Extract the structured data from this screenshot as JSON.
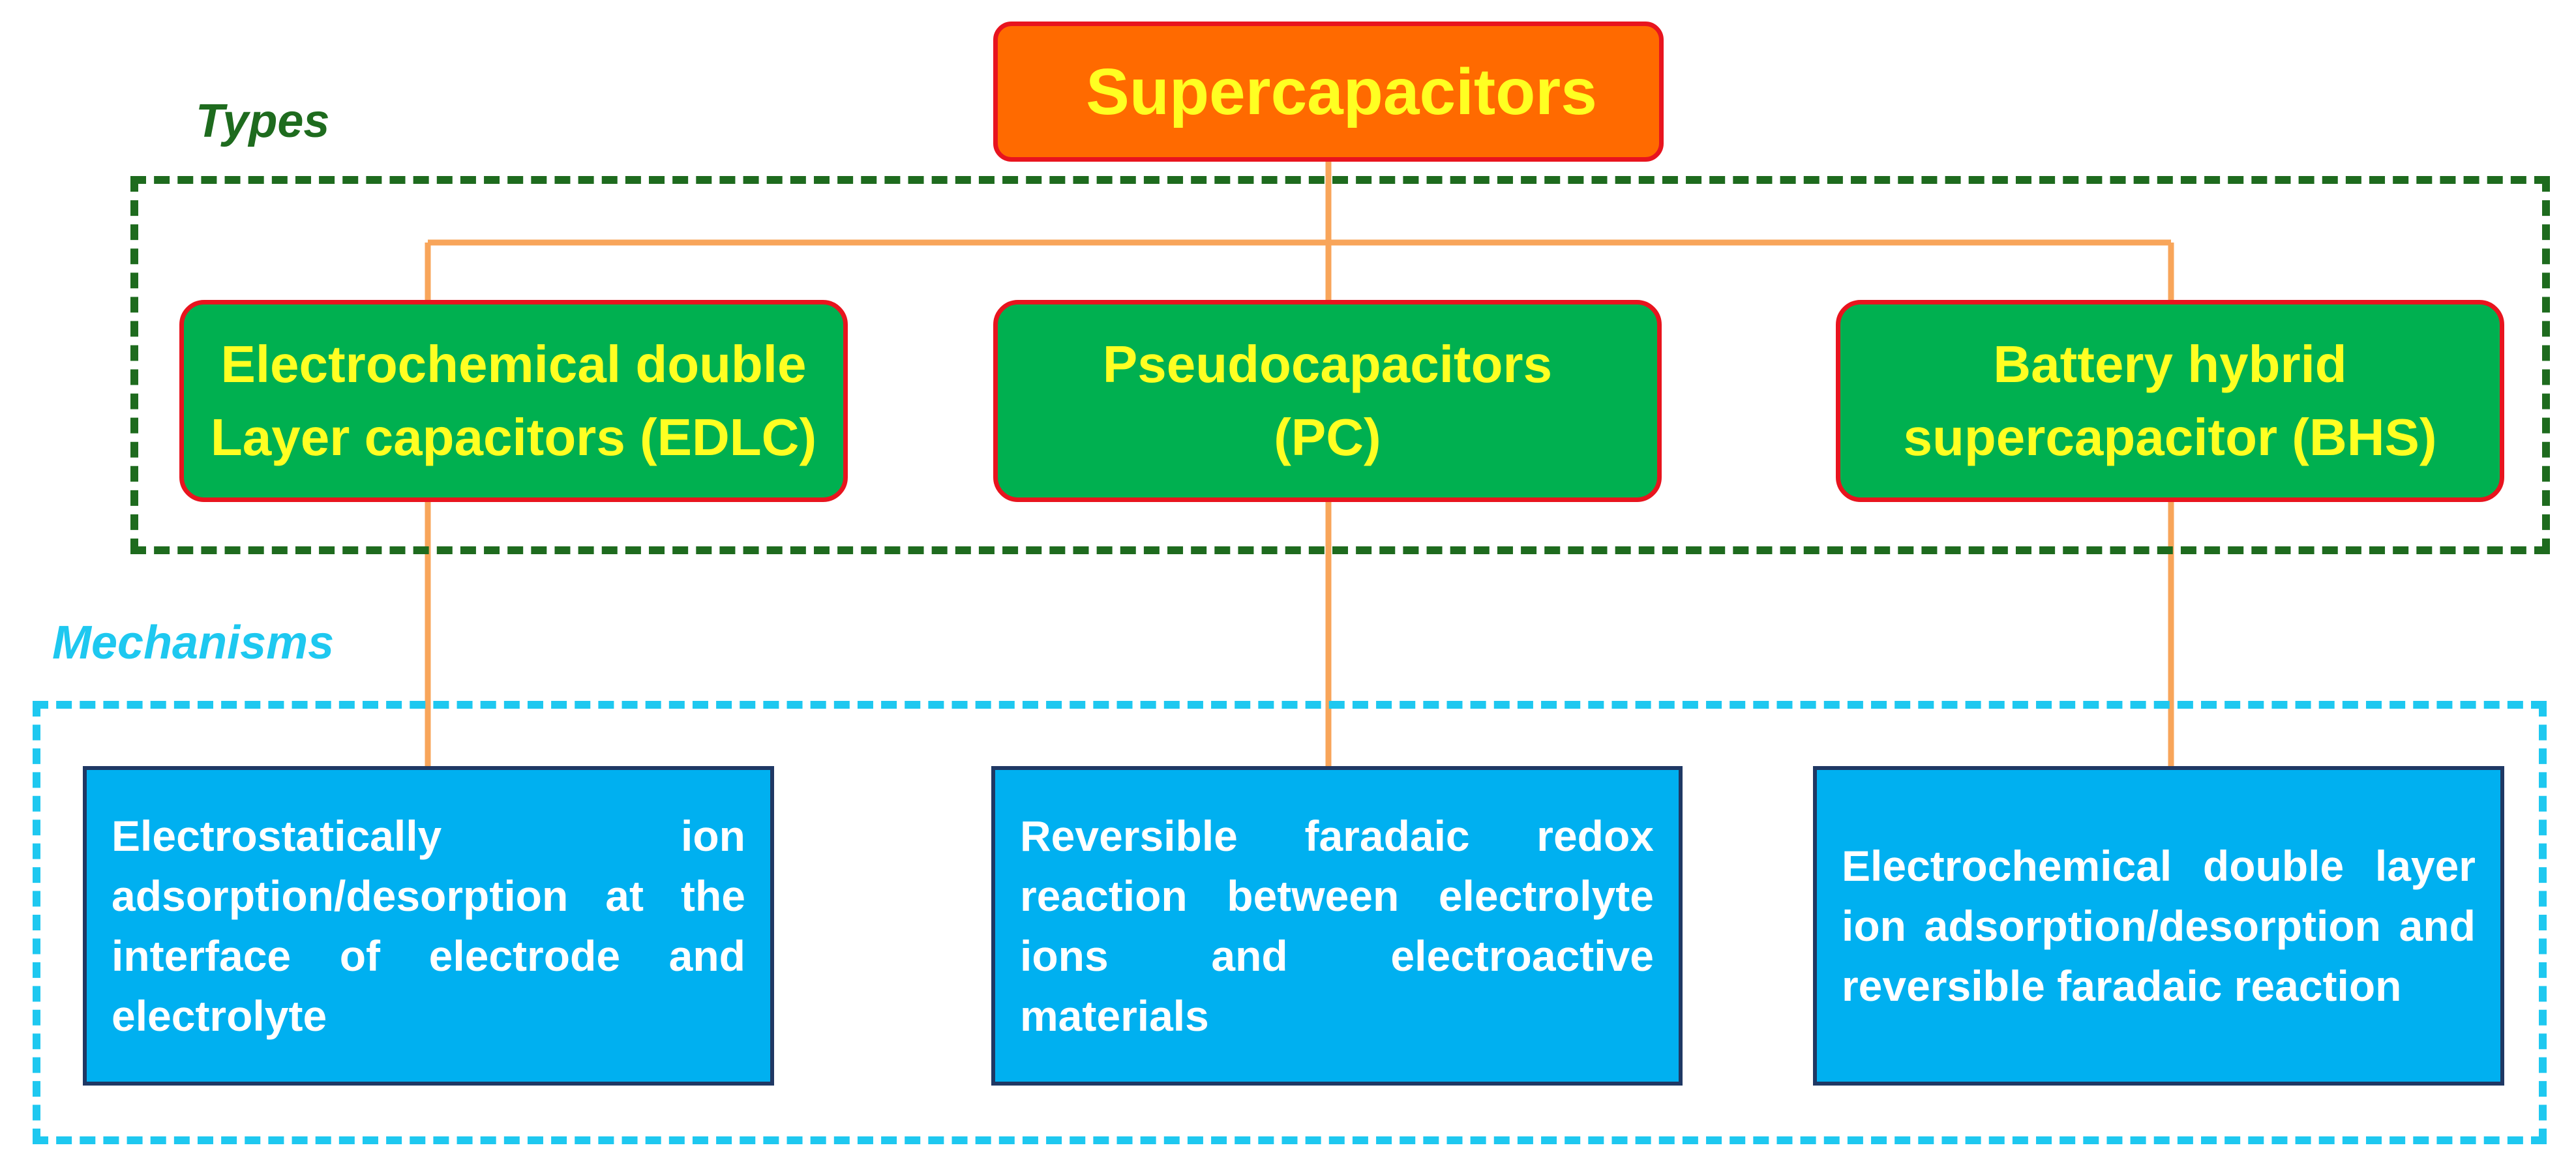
{
  "diagram": {
    "root": {
      "label": "Supercapacitors"
    },
    "groups": {
      "types_label": "Types",
      "mechanisms_label": "Mechanisms"
    },
    "types": [
      {
        "id": "edlc",
        "label": "Electrochemical double\nLayer capacitors (EDLC)"
      },
      {
        "id": "pc",
        "label": "Pseudocapacitors\n(PC)"
      },
      {
        "id": "bhs",
        "label": "Battery hybrid\nsupercapacitor (BHS)"
      }
    ],
    "mechanisms": [
      {
        "id": "edlc",
        "text": "Electrostatically ion adsorption/desorption at the interface of electrode and electrolyte"
      },
      {
        "id": "pc",
        "text": "Reversible faradaic redox reaction between electrolyte ions and electroactive materials"
      },
      {
        "id": "bhs",
        "text": "Electrochemical double layer ion adsorption/desorption and reversible faradaic reaction"
      }
    ],
    "colors": {
      "root_fill": "#ff6a00",
      "type_fill": "#00b050",
      "mechanism_fill": "#00b0f0",
      "box_border": "#e8141e",
      "box_text": "#ffff22",
      "connector": "#f8a55a",
      "types_frame": "#1e6b1e",
      "mechanisms_frame": "#1ec8f0"
    }
  }
}
